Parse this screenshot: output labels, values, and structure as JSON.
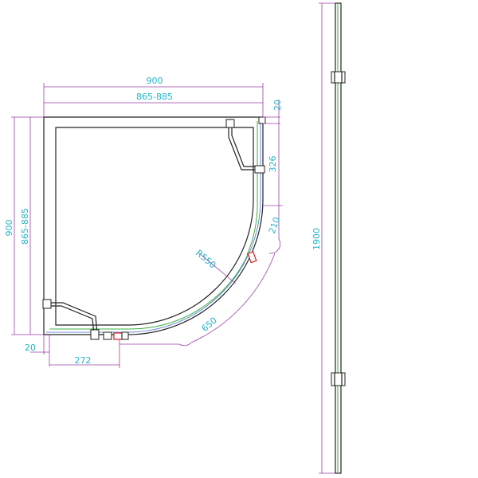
{
  "dimensions": {
    "width_outer": "900",
    "width_inner": "865-885",
    "height_outer": "900",
    "height_inner": "865-885",
    "top_right_offset": "20",
    "right_segment": "326",
    "right_return": "210",
    "radius": "R550",
    "arc_door": "650",
    "bottom_left_offset": "20",
    "bottom_segment": "272",
    "side_height": "1900"
  },
  "colors": {
    "dimension_line": "#9b3fa8",
    "dimension_text": "#23b5c8",
    "outline": "#222222",
    "glass": "#3cb043",
    "hinge_highlight": "#d02020"
  }
}
